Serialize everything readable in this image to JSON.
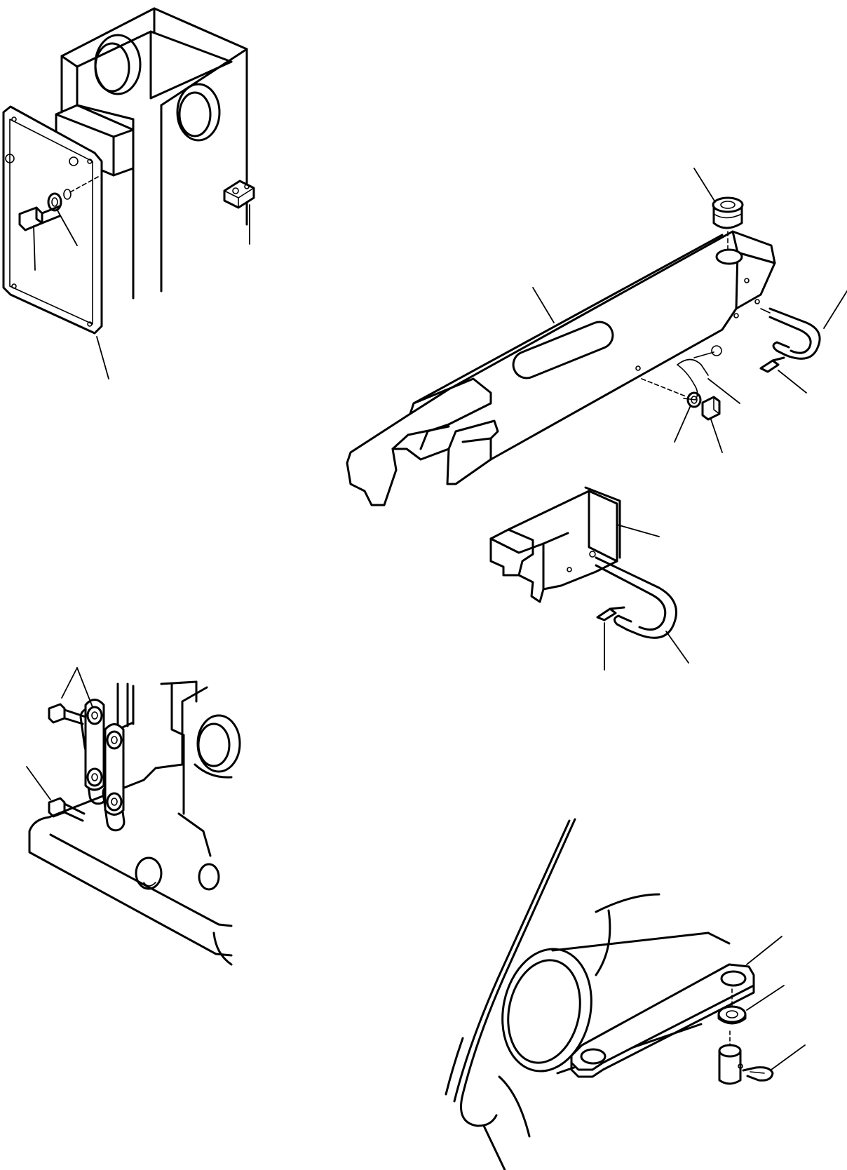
{
  "drawing": {
    "style": {
      "line_color": "#000000",
      "background": "#ffffff"
    },
    "groups": [
      {
        "id": "mast-plate",
        "parts": [
          "mast",
          "plate",
          "bolt",
          "washer",
          "bracket"
        ]
      },
      {
        "id": "tow-bar",
        "parts": [
          "tow-bar",
          "cap",
          "u-pin",
          "clip",
          "wire",
          "bolt",
          "washer"
        ]
      },
      {
        "id": "hitch",
        "parts": [
          "hitch-block",
          "u-pin",
          "clip"
        ]
      },
      {
        "id": "chain",
        "parts": [
          "chain",
          "bolt",
          "bolt"
        ]
      },
      {
        "id": "axle-link",
        "parts": [
          "link",
          "washer",
          "pin",
          "clip"
        ]
      }
    ]
  }
}
